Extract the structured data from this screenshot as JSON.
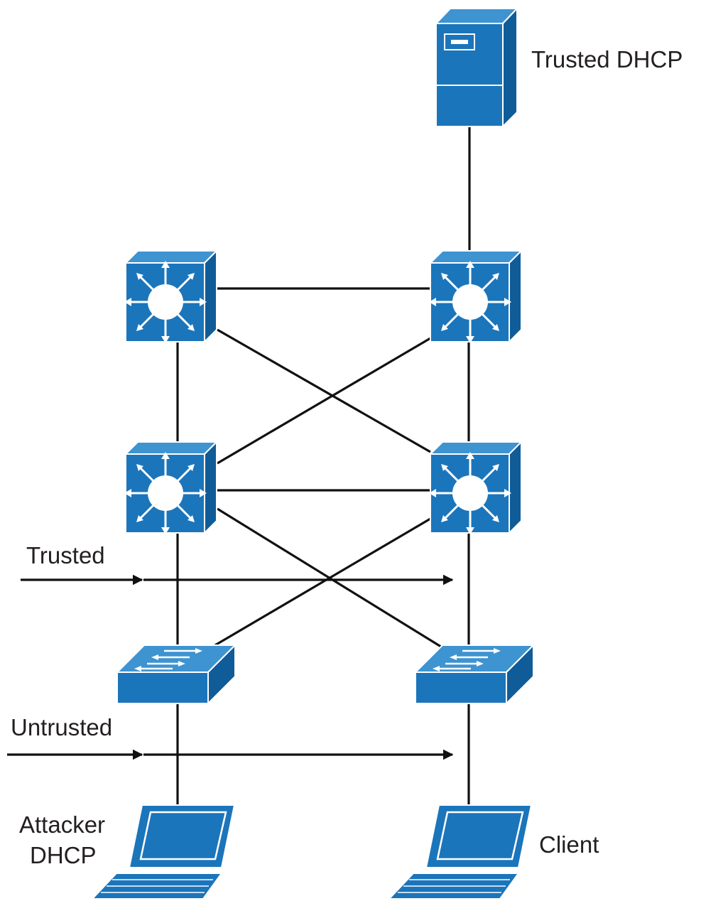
{
  "labels": {
    "trusted_dhcp": "Trusted DHCP",
    "trusted": "Trusted",
    "untrusted": "Untrusted",
    "attacker_line1": "Attacker",
    "attacker_line2": "DHCP",
    "client": "Client"
  },
  "colors": {
    "device_front": "#1b75bb",
    "device_top": "#3e93d1",
    "device_side": "#105c98",
    "device_outline": "#ffffff",
    "link": "#111111",
    "text": "#231f20"
  },
  "icons": {
    "server": "server-icon",
    "multilayer_switch": "multilayer-switch-icon",
    "workgroup_switch": "workgroup-switch-icon",
    "laptop": "laptop-icon"
  }
}
